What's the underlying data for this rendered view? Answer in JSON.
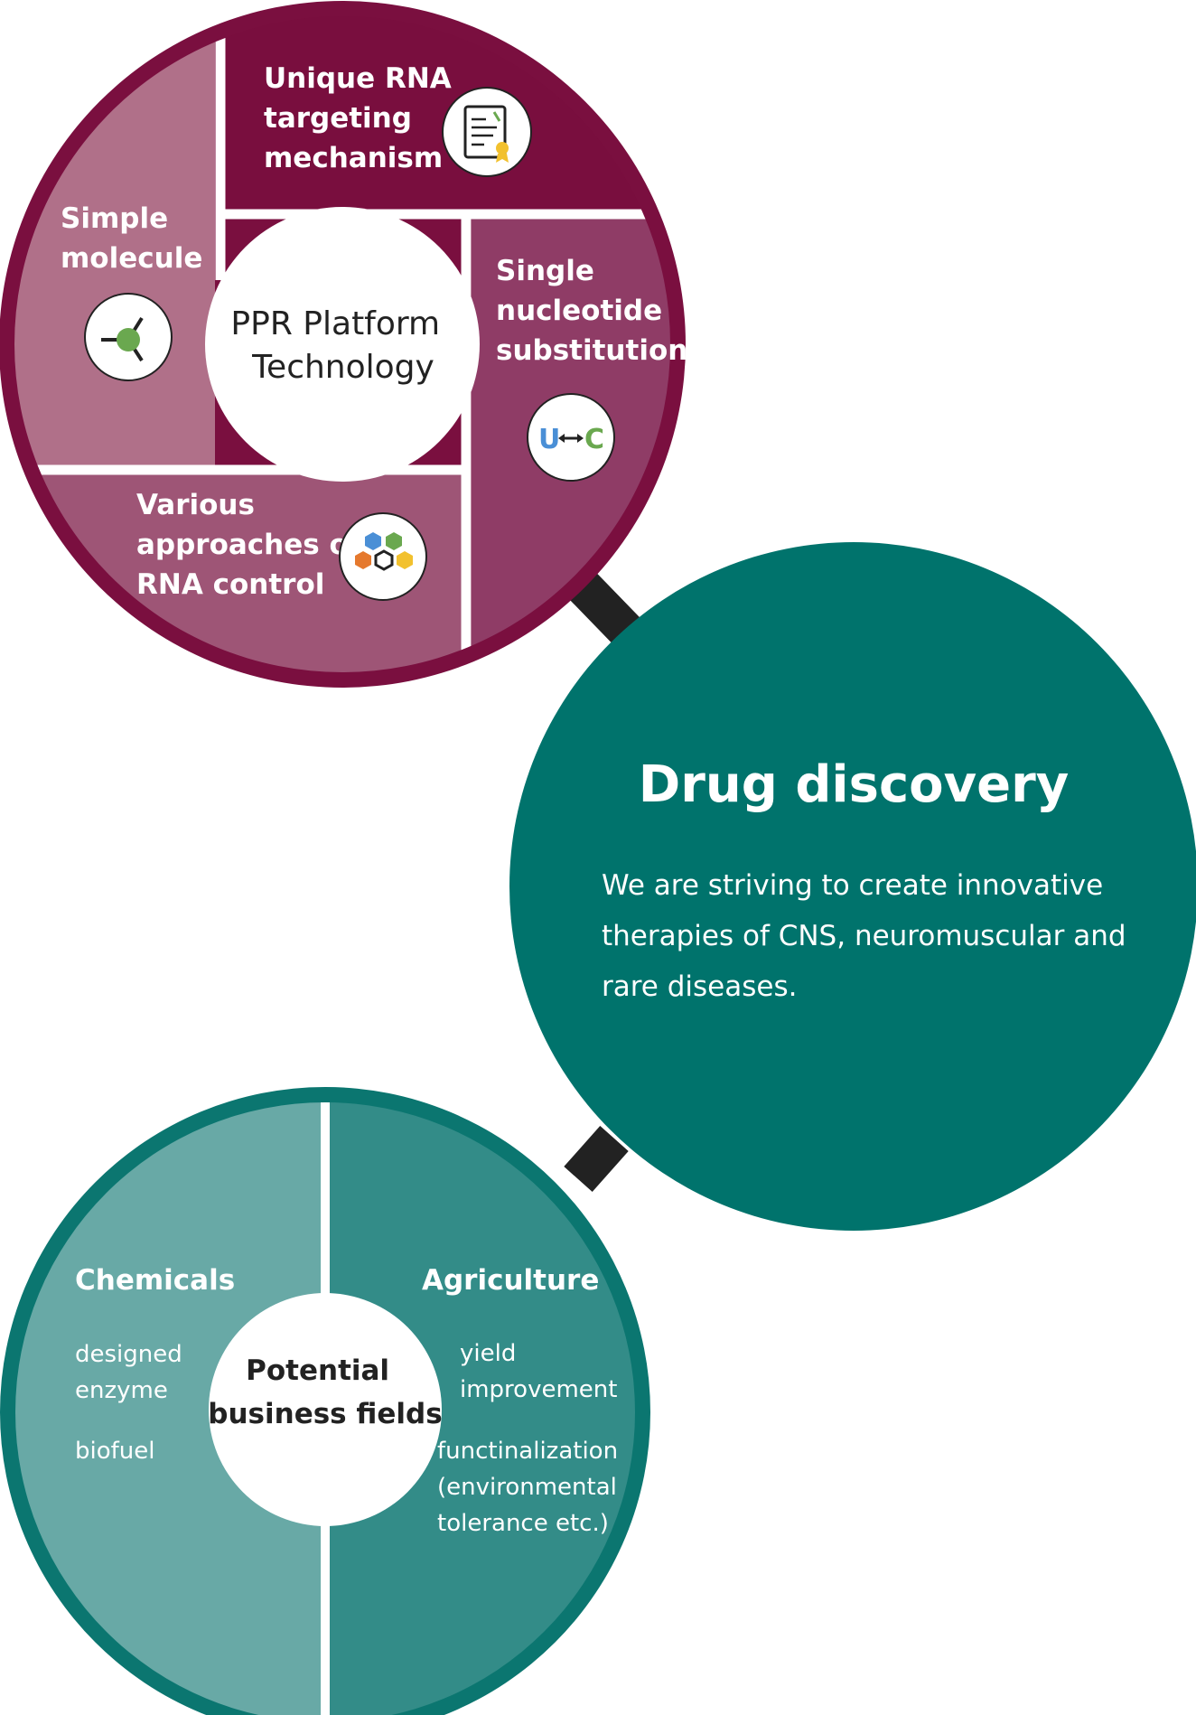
{
  "ppr_circle": {
    "center_title": [
      "PPR Platform",
      "Technology"
    ],
    "segments": [
      {
        "id": "unique-rna",
        "lines": [
          "Unique RNA",
          "targeting",
          "mechanism"
        ],
        "icon": "certificate-icon"
      },
      {
        "id": "single-nucleotide",
        "lines": [
          "Single",
          "nucleotide",
          "substitution"
        ],
        "icon": "u-c-swap-icon",
        "icon_text": [
          "U",
          "C"
        ]
      },
      {
        "id": "various-approaches",
        "lines": [
          "Various",
          "approaches of",
          "RNA control"
        ],
        "icon": "hexagon-cluster-icon"
      },
      {
        "id": "simple-molecule",
        "lines": [
          "Simple",
          "molecule"
        ],
        "icon": "molecule-icon"
      }
    ]
  },
  "drug_circle": {
    "title": "Drug discovery",
    "description_lines": [
      "We are striving to create innovative",
      "therapies of CNS, neuromuscular and",
      "rare diseases."
    ]
  },
  "business_circle": {
    "center_title": [
      "Potential",
      "business fields"
    ],
    "left": {
      "heading": "Chemicals",
      "items": [
        [
          "designed",
          "enzyme"
        ],
        [
          "biofuel"
        ]
      ]
    },
    "right": {
      "heading": "Agriculture",
      "items": [
        [
          "yield",
          "improvement"
        ],
        [
          "functinalization",
          "(environmental",
          "tolerance etc.)"
        ]
      ]
    }
  },
  "colors": {
    "ppr_ring": "#7a0f3f",
    "ppr_top": "#790e3e",
    "ppr_right": "#8f3c66",
    "ppr_bottom": "#9e5576",
    "ppr_left": "#b07089",
    "drug": "#00736c",
    "biz_ring": "#0b7670",
    "biz_left": "#68a9a6",
    "biz_right": "#338c88",
    "connector": "#222222",
    "icon_blue": "#4a8fd6",
    "icon_green": "#6aa84f",
    "icon_orange": "#e5792e",
    "icon_yellow": "#f2c12e"
  }
}
